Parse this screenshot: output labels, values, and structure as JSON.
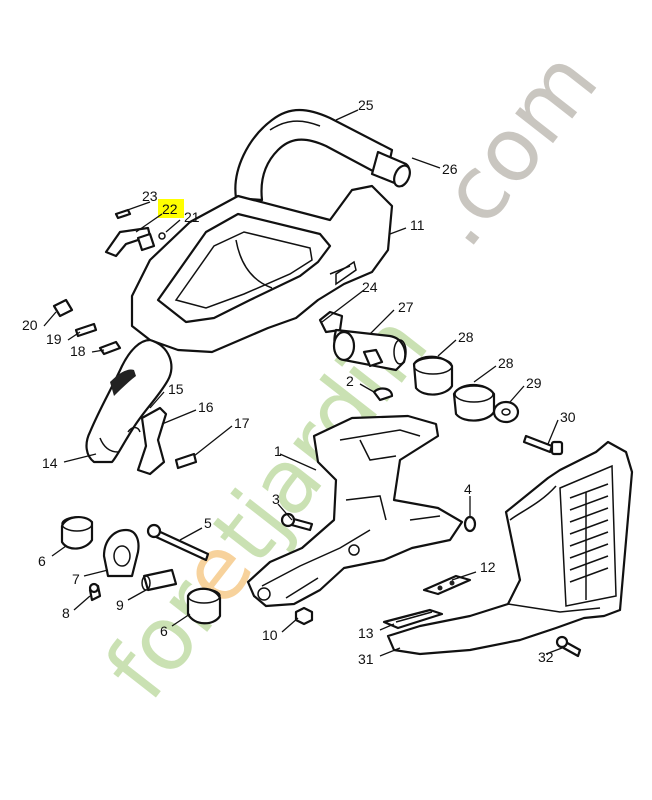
{
  "diagram": {
    "highlight_color": "#ffff00",
    "highlighted_label": "22",
    "callouts": [
      {
        "id": "c25",
        "label": "25"
      },
      {
        "id": "c26",
        "label": "26"
      },
      {
        "id": "c23",
        "label": "23"
      },
      {
        "id": "c22",
        "label": "22"
      },
      {
        "id": "c21",
        "label": "21"
      },
      {
        "id": "c11",
        "label": "11"
      },
      {
        "id": "c24",
        "label": "24"
      },
      {
        "id": "c27",
        "label": "27"
      },
      {
        "id": "c20",
        "label": "20"
      },
      {
        "id": "c19",
        "label": "19"
      },
      {
        "id": "c18",
        "label": "18"
      },
      {
        "id": "c28a",
        "label": "28"
      },
      {
        "id": "c28b",
        "label": "28"
      },
      {
        "id": "c2",
        "label": "2"
      },
      {
        "id": "c29",
        "label": "29"
      },
      {
        "id": "c15",
        "label": "15"
      },
      {
        "id": "c16",
        "label": "16"
      },
      {
        "id": "c17",
        "label": "17"
      },
      {
        "id": "c30",
        "label": "30"
      },
      {
        "id": "c14",
        "label": "14"
      },
      {
        "id": "c1",
        "label": "1"
      },
      {
        "id": "c3",
        "label": "3"
      },
      {
        "id": "c4",
        "label": "4"
      },
      {
        "id": "c5",
        "label": "5"
      },
      {
        "id": "c6a",
        "label": "6"
      },
      {
        "id": "c7",
        "label": "7"
      },
      {
        "id": "c12",
        "label": "12"
      },
      {
        "id": "c9",
        "label": "9"
      },
      {
        "id": "c8",
        "label": "8"
      },
      {
        "id": "c6b",
        "label": "6"
      },
      {
        "id": "c10",
        "label": "10"
      },
      {
        "id": "c13",
        "label": "13"
      },
      {
        "id": "c31",
        "label": "31"
      },
      {
        "id": "c32",
        "label": "32"
      }
    ]
  },
  "watermark": {
    "part1": "for",
    "part2": "e",
    "part3": "tjardin",
    "part4": ".com"
  }
}
